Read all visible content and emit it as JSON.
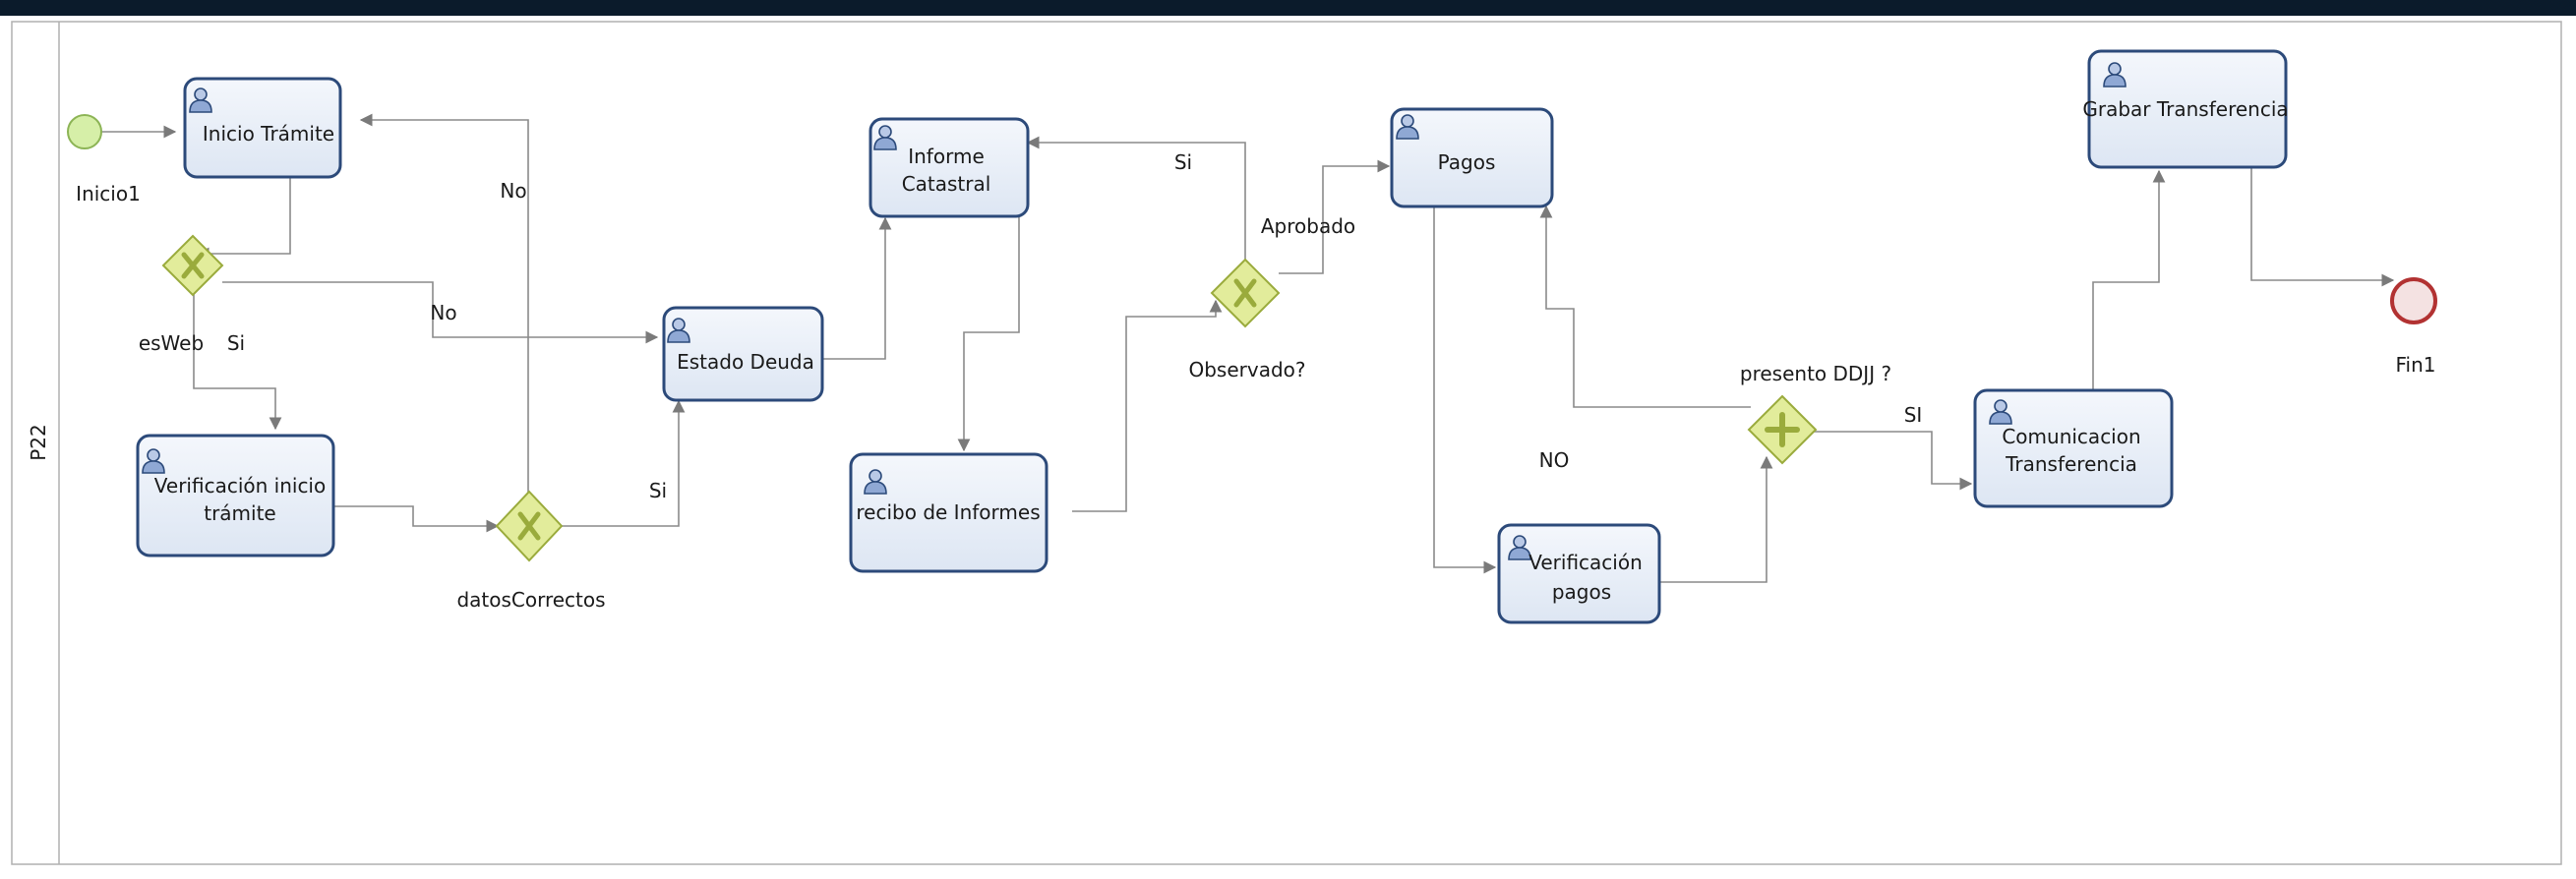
{
  "pool": {
    "label": "P22"
  },
  "events": {
    "start": {
      "label": "Inicio1"
    },
    "end": {
      "label": "Fin1"
    }
  },
  "tasks": {
    "inicio_tramite": {
      "label": "Inicio Trámite"
    },
    "verificacion_inicio": {
      "line1": "Verificación inicio",
      "line2": "trámite"
    },
    "estado_deuda": {
      "label": "Estado Deuda"
    },
    "informe_catastral": {
      "line1": "Informe",
      "line2": "Catastral"
    },
    "recibo_informes": {
      "label": "recibo de Informes"
    },
    "pagos": {
      "label": "Pagos"
    },
    "verificacion_pagos": {
      "line1": "Verificación",
      "line2": "pagos"
    },
    "comunicacion_transferencia": {
      "line1": "Comunicacion",
      "line2": "Transferencia"
    },
    "grabar_transferencia": {
      "label": "Grabar Transferencia"
    }
  },
  "gateways": {
    "esweb": {
      "label": "esWeb"
    },
    "datos_correctos": {
      "label": "datosCorrectos"
    },
    "observado": {
      "label": "Observado?"
    },
    "presento_ddjj": {
      "label": "presento DDJJ ?"
    }
  },
  "flow_labels": {
    "esweb_si": "Si",
    "esweb_no": "No",
    "datos_no": "No",
    "datos_si": "Si",
    "observado_si": "Si",
    "observado_aprobado": "Aprobado",
    "ddjj_no": "NO",
    "ddjj_si": "SI"
  },
  "colors": {
    "task_fill": "#e8eef7",
    "task_stroke": "#2c4a7a",
    "gateway_fill": "#e2ec9b",
    "gateway_stroke": "#9aab3c",
    "start_fill": "#d6efa8",
    "start_stroke": "#8cb455",
    "end_fill": "#f4e2e2",
    "end_stroke": "#b23232",
    "flow": "#8a8a8a"
  },
  "icons": {
    "task": "user-icon",
    "exclusive_gateway": "x-icon",
    "parallel_gateway": "plus-icon"
  }
}
